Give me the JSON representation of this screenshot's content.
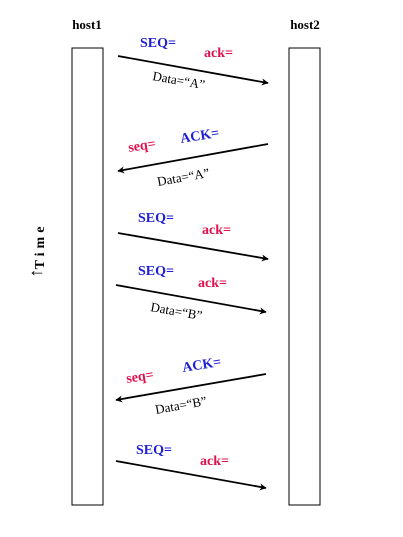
{
  "hosts": {
    "left": "host1",
    "right": "host2"
  },
  "time_label": "Time",
  "time_arrow": "←",
  "colors": {
    "seq_upper": "#1f1fd6",
    "seq_lower": "#e0114d",
    "ack_upper": "#1f1fd6",
    "ack_lower": "#e0114d",
    "line": "#000000"
  },
  "messages": [
    {
      "seq": "SEQ=",
      "ack": "ack=",
      "data": "Data=“A”"
    },
    {
      "seq": "seq=",
      "ack": "ACK=",
      "data": "Data=“A”"
    },
    {
      "seq": "SEQ=",
      "ack": "ack=",
      "data": ""
    },
    {
      "seq": "SEQ=",
      "ack": "ack=",
      "data": "Data=“B”"
    },
    {
      "seq": "seq=",
      "ack": "ACK=",
      "data": "Data=“B”"
    },
    {
      "seq": "SEQ=",
      "ack": "ack=",
      "data": ""
    }
  ]
}
